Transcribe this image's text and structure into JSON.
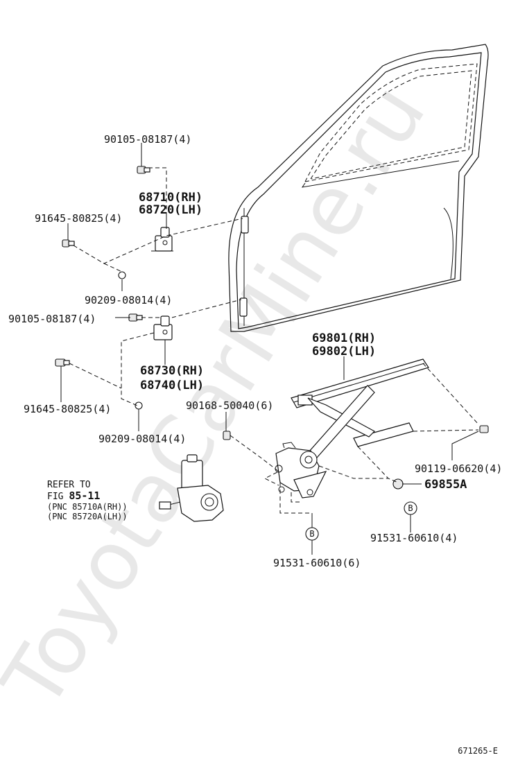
{
  "watermark": "ToyotaCarMine.ru",
  "diagram_code": "671265-E",
  "callouts": {
    "hinge_bolt_upper": "90105-08187(4)",
    "hinge_upper_rh": "68710(RH)",
    "hinge_upper_lh": "68720(LH)",
    "hinge_screw_upper": "91645-80825(4)",
    "hinge_nut_upper": "90209-08014(4)",
    "hinge_bolt_lower": "90105-08187(4)",
    "hinge_lower_rh": "68730(RH)",
    "hinge_lower_lh": "68740(LH)",
    "hinge_screw_lower": "91645-80825(4)",
    "hinge_nut_lower": "90209-08014(4)",
    "regulator_rh": "69801(RH)",
    "regulator_lh": "69802(LH)",
    "regulator_bolt": "90168-50040(6)",
    "regulator_rear_bolt": "90119-06620(4)",
    "regulator_nut": "69855A",
    "bolt_b_right": "91531-60610(4)",
    "bolt_b_bottom": "91531-60610(6)",
    "marker_b": "B"
  },
  "motor_reference": {
    "line1": "REFER TO",
    "line2_prefix": "FIG",
    "line2_fig": "85-11",
    "line3": "(PNC 85710A(RH))",
    "line4": "(PNC 85720A(LH))"
  }
}
